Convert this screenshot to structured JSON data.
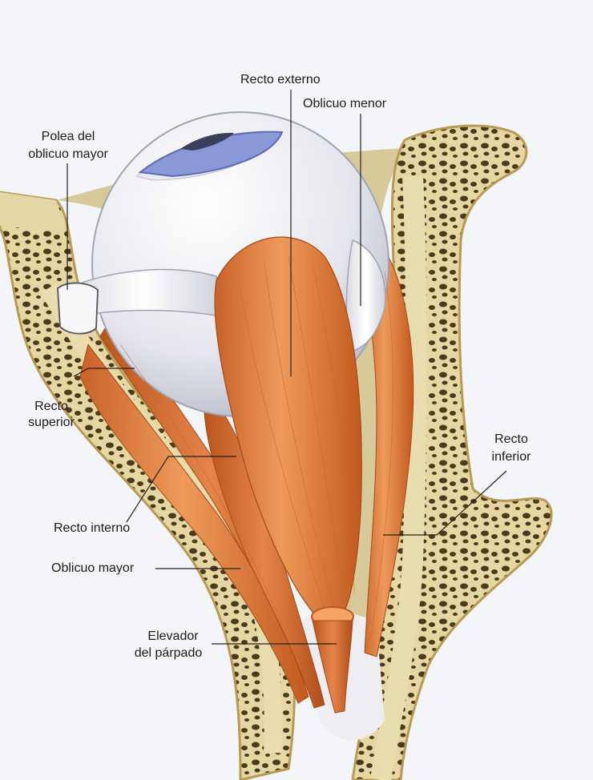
{
  "labels": {
    "recto_externo": "Recto externo",
    "oblicuo_menor": "Oblicuo menor",
    "polea_l1": "Polea del",
    "polea_l2": "oblicuo mayor",
    "recto_superior_l1": "Recto",
    "recto_superior_l2": "superior",
    "recto_inferior_l1": "Recto",
    "recto_inferior_l2": "inferior",
    "recto_interno": "Recto interno",
    "oblicuo_mayor": "Oblicuo mayor",
    "elevador_l1": "Elevador",
    "elevador_l2": "del párpado"
  },
  "colors": {
    "background": "#f4f5f9",
    "bone": "#e4d5a4",
    "bone_edge": "#b89a55",
    "bone_pore": "#4a3a1e",
    "muscle": "#e07a38",
    "muscle_light": "#f3b27a",
    "muscle_dark": "#b85a20",
    "tendon": "#f1f1f4",
    "iris": "#7f8ed3",
    "leader_line": "#222222"
  }
}
